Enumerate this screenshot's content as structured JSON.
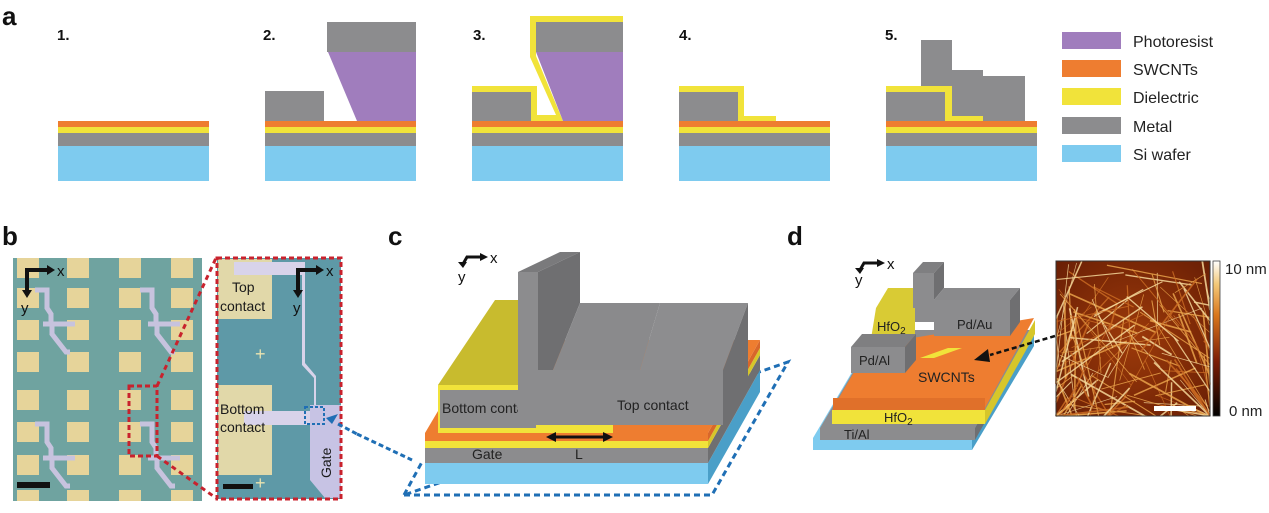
{
  "figure": {
    "panels": {
      "a": {
        "label": "a",
        "steps": [
          "1.",
          "2.",
          "3.",
          "4.",
          "5."
        ],
        "legend": [
          {
            "name": "Photoresist",
            "color": "#a07dbd"
          },
          {
            "name": "SWCNTs",
            "color": "#ee7d30"
          },
          {
            "name": "Dielectric",
            "color": "#f1e33a"
          },
          {
            "name": "Metal",
            "color": "#8c8c8e"
          },
          {
            "name": "Si wafer",
            "color": "#7ecbef"
          }
        ]
      },
      "b": {
        "label": "b",
        "axis_x": "x",
        "axis_y": "y",
        "zoom_labels": {
          "top_contact": [
            "Top",
            "contact"
          ],
          "bottom_contact": [
            "Bottom",
            "contact"
          ],
          "gate": "Gate"
        }
      },
      "c": {
        "label": "c",
        "axis_x": "x",
        "axis_y": "y",
        "labels": {
          "bottom_contact": "Bottom contact",
          "top_contact": "Top contact",
          "gate": "Gate",
          "channel_length": "L"
        }
      },
      "d": {
        "label": "d",
        "axis_x": "x",
        "axis_y": "y",
        "labels": {
          "top_dielectric": "HfO",
          "top_dielectric_sub": "2",
          "top_contact": "Pd/Au",
          "bottom_contact": "Pd/Al",
          "channel": "SWCNTs",
          "gate_dielectric": "HfO",
          "gate_dielectric_sub": "2",
          "gate": "Ti/Al"
        },
        "afm": {
          "colorbar_max": "10 nm",
          "colorbar_min": "0 nm"
        }
      }
    },
    "colors": {
      "photoresist": "#a07dbd",
      "swcnt": "#ee7d30",
      "dielectric": "#f1e33a",
      "metal": "#8c8c8e",
      "si": "#7ecbef",
      "substrate_optical": "#6fa3a0",
      "pad": "#e6d49a",
      "trace": "#c7c3de",
      "red_dash": "#c8222d",
      "blue_dash": "#1f6fb5"
    }
  }
}
